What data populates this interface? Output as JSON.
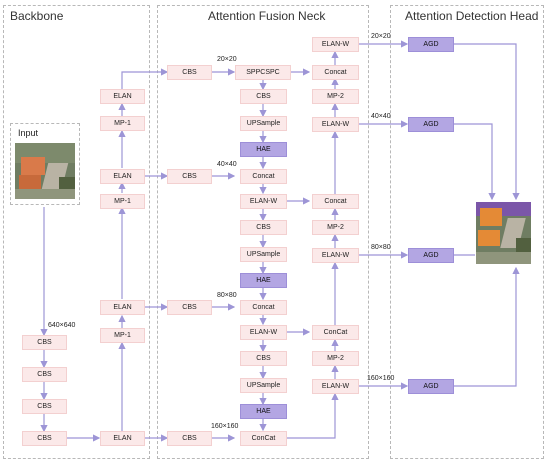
{
  "sections": {
    "backbone": "Backbone",
    "neck": "Attention Fusion Neck",
    "head": "Attention Detection Head",
    "input": "Input"
  },
  "backbone": {
    "cbs_1": "CBS",
    "cbs_2": "CBS",
    "cbs_3": "CBS",
    "cbs_4": "CBS",
    "elan_1": "ELAN",
    "mp1_1": "MP-1",
    "elan_2": "ELAN",
    "mp1_2": "MP-1",
    "elan_3": "ELAN",
    "mp1_3": "MP-1",
    "elan_4": "ELAN",
    "input_size": "640×640"
  },
  "neck": {
    "cbs_a": "CBS",
    "cbs_b": "CBS",
    "cbs_c": "CBS",
    "cbs_d": "CBS",
    "sppcspc": "SPPCSPC",
    "cbs_e": "CBS",
    "upsample_1": "UPSample",
    "hae_1": "HAE",
    "concat_1": "Concat",
    "elanw_1": "ELAN-W",
    "cbs_f": "CBS",
    "upsample_2": "UPSample",
    "hae_2": "HAE",
    "concat_2": "Concat",
    "elanw_2": "ELAN-W",
    "cbs_g": "CBS",
    "upsample_3": "UPSample",
    "hae_3": "HAE",
    "concat_3": "ConCat",
    "r_elanw_top": "ELAN-W",
    "r_concat_top": "Concat",
    "r_mp2_1": "MP-2",
    "r_elanw_2": "ELAN-W",
    "r_concat_2": "Concat",
    "r_mp2_2": "MP-2",
    "r_elanw_3": "ELAN-W",
    "r_concat_3": "ConCat",
    "r_mp2_3": "MP-2",
    "r_elanw_4": "ELAN-W",
    "size_20": "20×20",
    "size_40": "40×40",
    "size_80": "80×80",
    "size_160": "160×160"
  },
  "head": {
    "agd_1": "AGD",
    "agd_2": "AGD",
    "agd_3": "AGD",
    "agd_4": "AGD",
    "size_20": "20×20",
    "size_40": "40×40",
    "size_80": "80×80",
    "size_160": "160×160"
  },
  "colors": {
    "box": "#fbe9e9",
    "hae": "#b3a6e3",
    "agd": "#b3a6e3",
    "wire": "#9d95d6"
  }
}
